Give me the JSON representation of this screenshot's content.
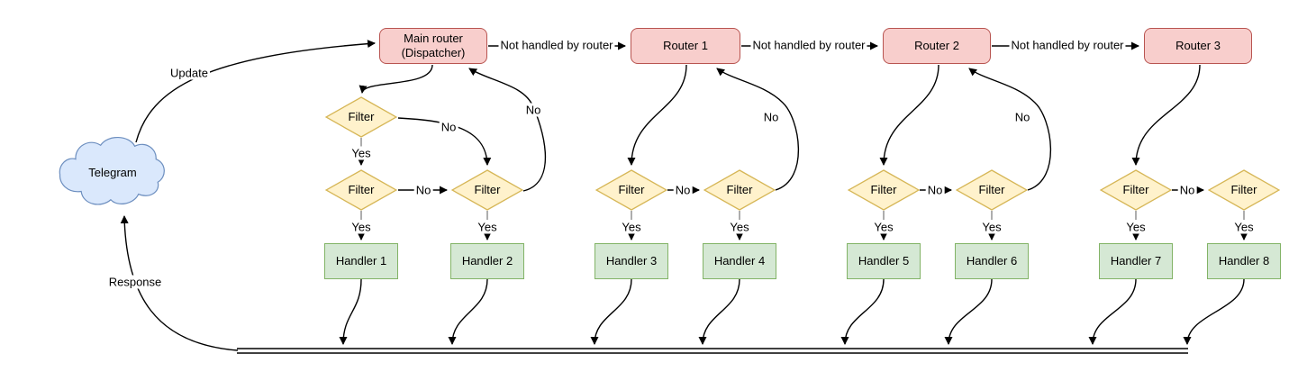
{
  "labels": {
    "telegram": "Telegram",
    "update": "Update",
    "response": "Response",
    "yes": "Yes",
    "no": "No",
    "not_handled": "Not handled by router",
    "filter": "Filter"
  },
  "nodes": {
    "main_router_line1": "Main router",
    "main_router_line2": "(Dispatcher)",
    "routers": [
      "Router 1",
      "Router 2",
      "Router 3"
    ],
    "handlers": [
      "Handler 1",
      "Handler 2",
      "Handler 3",
      "Handler 4",
      "Handler 5",
      "Handler 6",
      "Handler 7",
      "Handler 8"
    ]
  },
  "colors": {
    "router_fill": "#f8cecc",
    "router_stroke": "#b85450",
    "filter_fill": "#fff2cc",
    "filter_stroke": "#d6b656",
    "handler_fill": "#d5e8d4",
    "handler_stroke": "#82b366",
    "cloud_fill": "#dae8fc",
    "cloud_stroke": "#6c8ebf",
    "edge": "#000000",
    "edge_muted": "#8a8a8a",
    "text": "#000000",
    "bg": "#ffffff"
  }
}
